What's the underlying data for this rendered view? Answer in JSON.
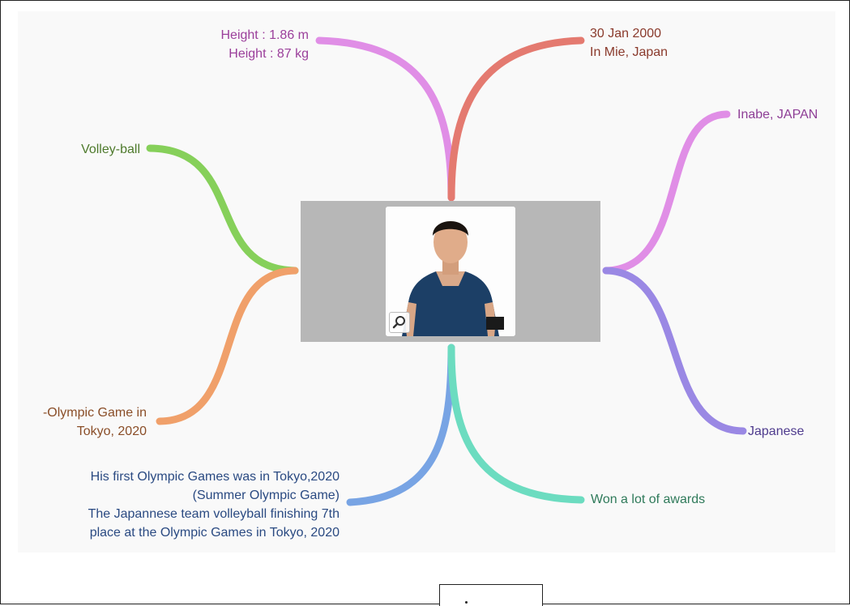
{
  "branches": {
    "physique": {
      "lines": [
        "Height : 1.86 m",
        "Height : 87 kg"
      ],
      "color": "#9b3f9b"
    },
    "birth": {
      "lines": [
        "30 Jan 2000",
        "In Mie, Japan"
      ],
      "color": "#8a3a2c"
    },
    "hometown": {
      "lines": [
        "Inabe, JAPAN"
      ],
      "color": "#8e3e96"
    },
    "sport": {
      "lines": [
        "Volley-ball"
      ],
      "color": "#4e7a2c"
    },
    "event": {
      "lines": [
        "-Olympic Game in",
        "Tokyo, 2020"
      ],
      "color": "#8a4e28"
    },
    "nationality": {
      "lines": [
        "Japanese"
      ],
      "color": "#4f3c8e"
    },
    "olympics": {
      "lines": [
        "His first Olympic Games was in Tokyo,2020",
        "(Summer Olympic Game)",
        "The Japannese team volleyball finishing 7th",
        "place at the Olympic Games in Tokyo, 2020"
      ],
      "color": "#2a4a82"
    },
    "awards": {
      "lines": [
        "Won a lot of awards"
      ],
      "color": "#2f7a5a"
    }
  },
  "branch_colors": {
    "physique": "#e08ee6",
    "birth": "#e47a70",
    "hometown": "#e08ee6",
    "sport": "#86d05a",
    "event": "#f0a06a",
    "nationality": "#9a88e4",
    "olympics": "#78a4e4",
    "awards": "#6cdcc0"
  },
  "central": {
    "image": "athlete-portrait",
    "zoom_icon": "magnifier-icon"
  }
}
